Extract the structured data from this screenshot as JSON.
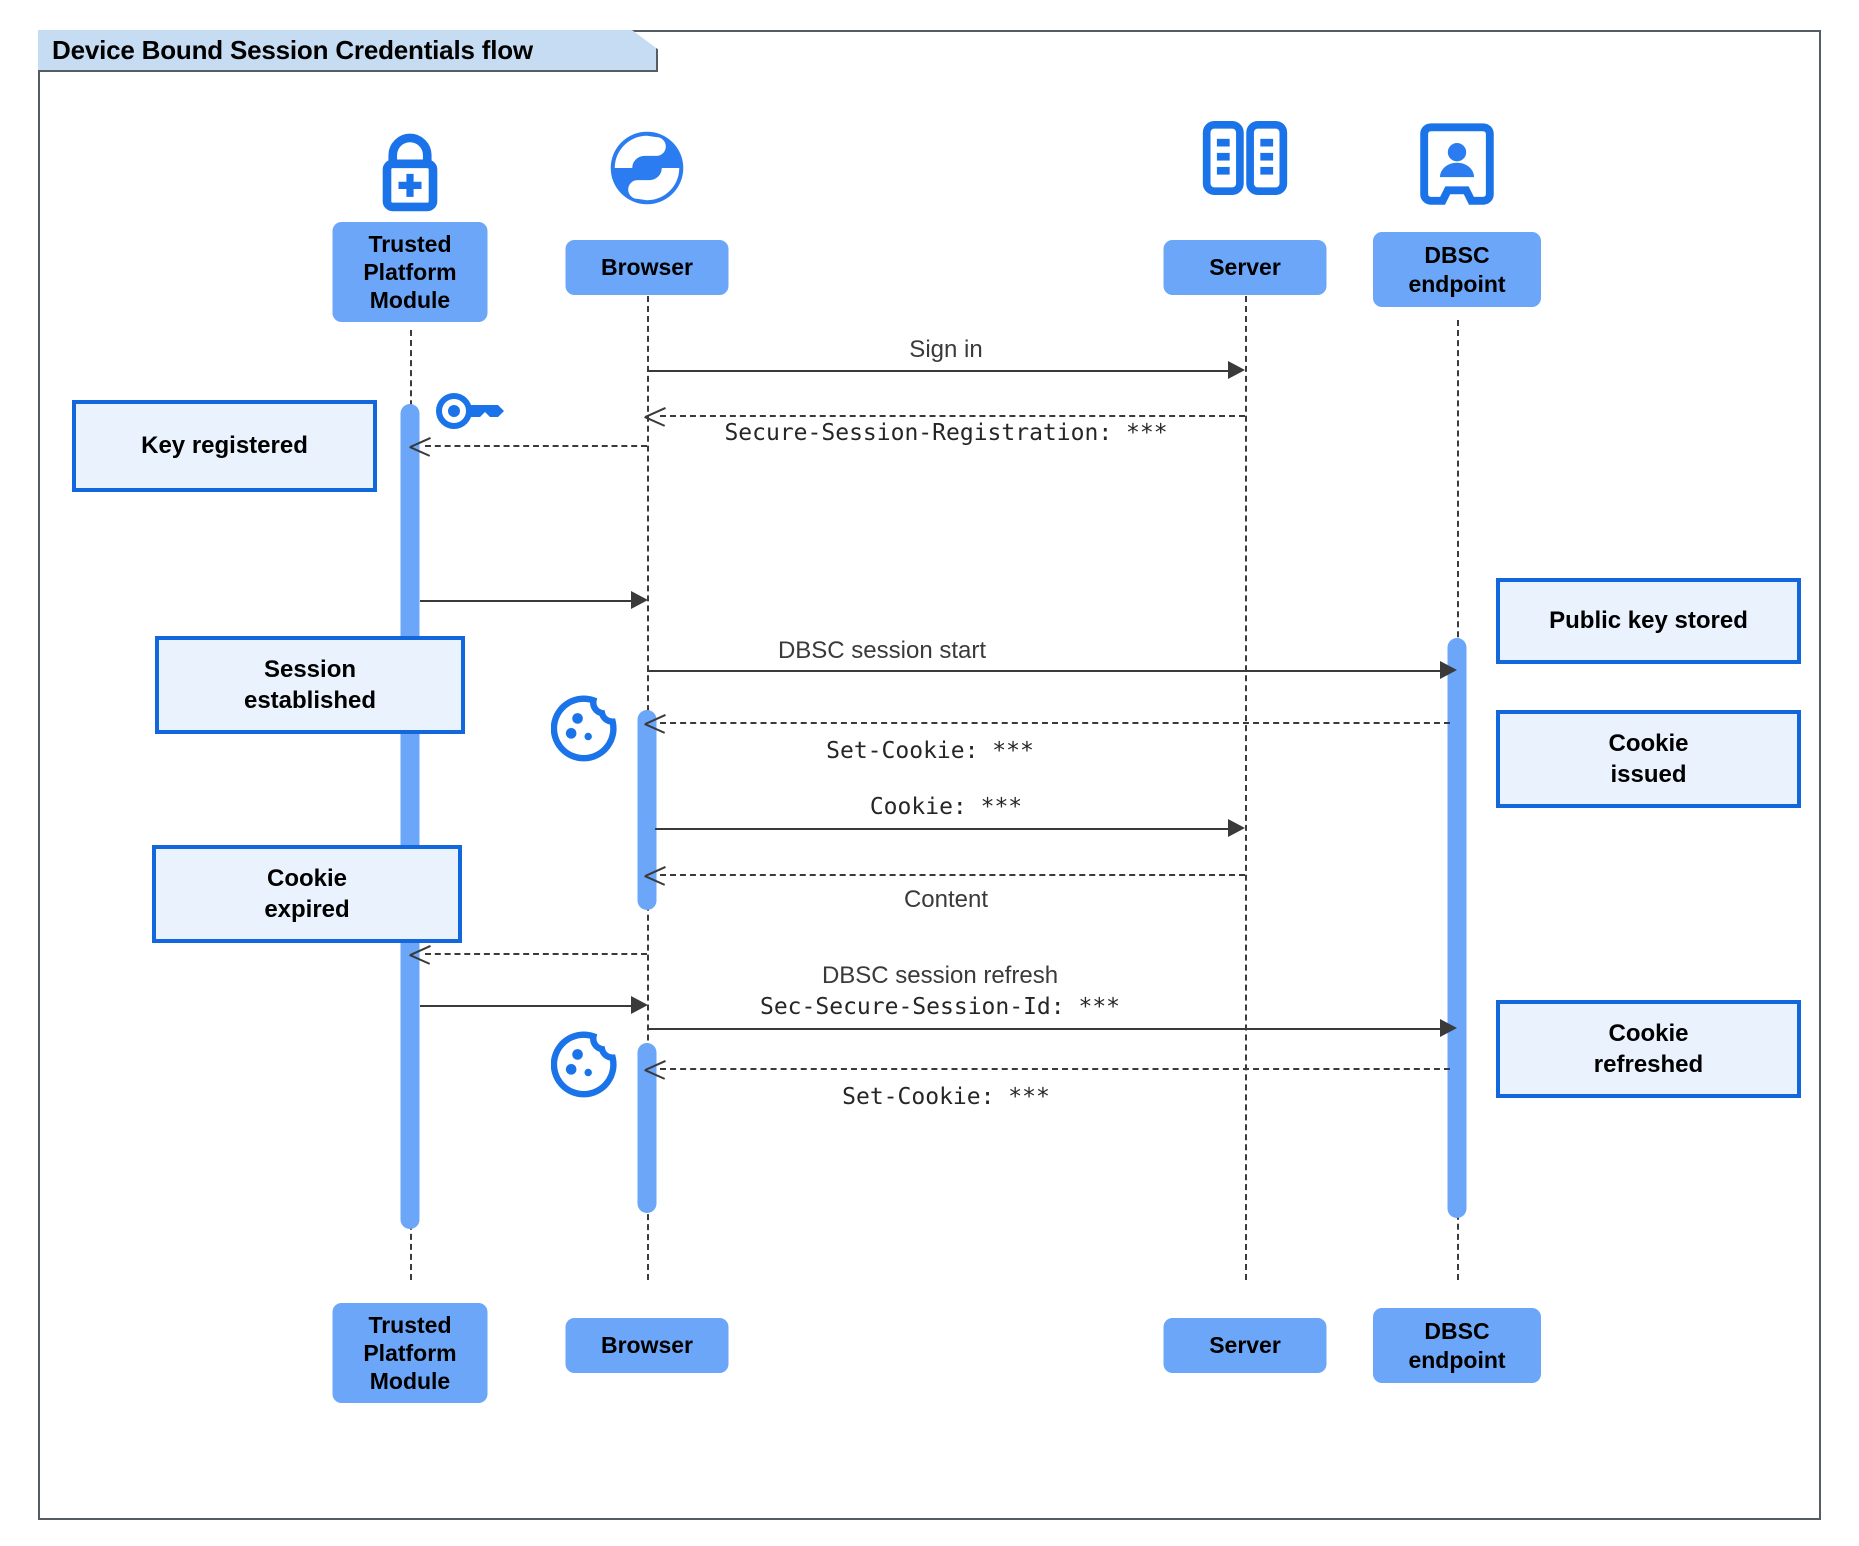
{
  "diagram": {
    "kind": "uml-sequence-diagram",
    "frame_title": "Device Bound Session Credentials flow",
    "colors": {
      "participant_fill": "#6BA6F8",
      "note_fill": "#eaf2fd",
      "note_border": "#1367dd",
      "icon_blue": "#1a73e8",
      "frame_border": "#555c63",
      "frame_tab_fill": "#c6dcf2",
      "line": "#3a3a3a"
    },
    "participants": [
      {
        "id": "tpm",
        "label": "Trusted\nPlatform\nModule",
        "icon": "padlock-plus-icon"
      },
      {
        "id": "browser",
        "label": "Browser",
        "icon": "globe-icon"
      },
      {
        "id": "server",
        "label": "Server",
        "icon": "server-rack-icon"
      },
      {
        "id": "dbsc",
        "label": "DBSC\nendpoint",
        "icon": "id-badge-icon"
      }
    ],
    "participants_bottom": [
      {
        "id": "tpm",
        "label": "Trusted\nPlatform\nModule"
      },
      {
        "id": "browser",
        "label": "Browser"
      },
      {
        "id": "server",
        "label": "Server"
      },
      {
        "id": "dbsc",
        "label": "DBSC\nendpoint"
      }
    ],
    "messages": [
      {
        "id": "m1",
        "from": "browser",
        "to": "server",
        "label": "Sign in",
        "style": "solid",
        "font": "proportional",
        "label_pos": "above"
      },
      {
        "id": "m2",
        "from": "server",
        "to": "browser",
        "label": "Secure-Session-Registration: ***",
        "style": "dashed",
        "font": "monospace",
        "label_pos": "below"
      },
      {
        "id": "m3",
        "from": "browser",
        "to": "tpm",
        "label": "",
        "style": "dashed",
        "font": "monospace",
        "label_pos": "none"
      },
      {
        "id": "m4",
        "from": "tpm",
        "to": "browser",
        "label": "",
        "style": "solid",
        "font": "proportional",
        "label_pos": "none"
      },
      {
        "id": "m5",
        "from": "browser",
        "to": "dbsc",
        "label": "DBSC session start",
        "style": "solid",
        "font": "proportional",
        "label_pos": "above"
      },
      {
        "id": "m6",
        "from": "dbsc",
        "to": "browser",
        "label": "Set-Cookie: ***",
        "style": "dashed",
        "font": "monospace",
        "label_pos": "below"
      },
      {
        "id": "m7",
        "from": "browser",
        "to": "server",
        "label": "Cookie: ***",
        "style": "solid",
        "font": "monospace",
        "label_pos": "above"
      },
      {
        "id": "m8",
        "from": "server",
        "to": "browser",
        "label": "Content",
        "style": "dashed",
        "font": "proportional",
        "label_pos": "below"
      },
      {
        "id": "m9",
        "from": "browser",
        "to": "tpm",
        "label": "",
        "style": "dashed",
        "font": "monospace",
        "label_pos": "none"
      },
      {
        "id": "m10",
        "from": "tpm",
        "to": "browser",
        "label": "",
        "style": "solid",
        "font": "proportional",
        "label_pos": "none"
      },
      {
        "id": "m11",
        "from": "browser",
        "to": "dbsc",
        "label_line1": "DBSC session refresh",
        "label_line2": "Sec-Secure-Session-Id: ***",
        "style": "solid",
        "font": "mixed",
        "label_pos": "above"
      },
      {
        "id": "m12",
        "from": "dbsc",
        "to": "browser",
        "label": "Set-Cookie: ***",
        "style": "dashed",
        "font": "monospace",
        "label_pos": "below"
      }
    ],
    "notes_left": [
      {
        "id": "n1",
        "text": "Key registered",
        "attached_to": "tpm"
      },
      {
        "id": "n2",
        "text": "Session\nestablished",
        "attached_to": "tpm"
      },
      {
        "id": "n3",
        "text": "Cookie\nexpired",
        "attached_to": "tpm"
      }
    ],
    "notes_right": [
      {
        "id": "n4",
        "text": "Public key stored",
        "attached_to": "dbsc"
      },
      {
        "id": "n5",
        "text": "Cookie\nissued",
        "attached_to": "dbsc"
      },
      {
        "id": "n6",
        "text": "Cookie\nrefreshed",
        "attached_to": "dbsc"
      }
    ],
    "decorative_icons": [
      {
        "id": "d1",
        "name": "key-icon",
        "near": "tpm"
      },
      {
        "id": "d2",
        "name": "cookie-icon",
        "near": "browser"
      },
      {
        "id": "d3",
        "name": "cookie-icon",
        "near": "browser"
      }
    ]
  }
}
